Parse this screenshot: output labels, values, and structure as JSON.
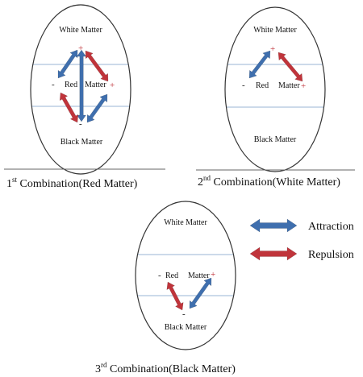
{
  "labels": {
    "white_matter": "White Matter",
    "black_matter": "Black Matter",
    "red": "Red",
    "matter": "Matter",
    "plus": "+",
    "minus": "-"
  },
  "captions": {
    "first": {
      "num": "1",
      "sup": "st",
      "text": " Combination(Red Matter)"
    },
    "second": {
      "num": "2",
      "sup": "nd",
      "text": " Combination(White Matter)"
    },
    "third": {
      "num": "3",
      "sup": "rd",
      "text": " Combination(Black Matter)"
    }
  },
  "legend": {
    "attraction": "Attraction",
    "repulsion": "Repulsion"
  },
  "colors": {
    "attraction": "#3f6fae",
    "repulsion": "#c0343b",
    "divider": "#9ab6d6",
    "plus_sign": "#c0343b",
    "outline": "#333333"
  }
}
